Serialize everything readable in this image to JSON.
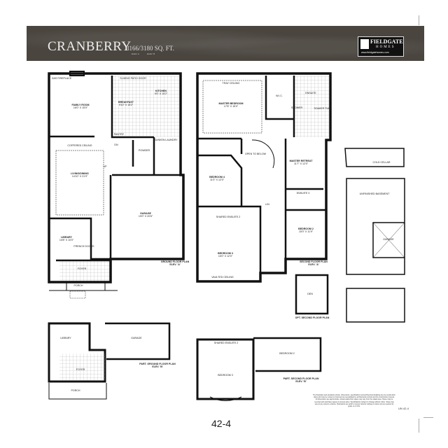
{
  "header": {
    "model_name": "CRANBERRY",
    "square_feet": "3166/3180 SQ. FT.",
    "elev_a": "ELEV. A",
    "elev_b": "ELEV. B"
  },
  "logo": {
    "name": "FIELDGATE",
    "sub": "HOMES",
    "url": "www.fieldgatehomes.com"
  },
  "ground_floor": {
    "title": "GROUND FLOOR PLAN",
    "elev": "ELEV. 'A'",
    "rooms": {
      "family": {
        "name": "FAMILY ROOM",
        "dims": "16'0\" X 15'0\""
      },
      "fireplace": "GAS FIREPLACE",
      "breakfast": {
        "name": "BREAKFAST",
        "dims": "9'10\" X 15'2\""
      },
      "kitchen": {
        "name": "KITCHEN",
        "dims": "9'0\" X 15'2\""
      },
      "sliding_door": "SLIDING PATIO DOOR",
      "pantry": "PANTRY",
      "living": {
        "name": "LIVING/DINING",
        "dims": "14'10\" X 21'9\""
      },
      "coffered": "COFFERED CEILING",
      "powder": "POWDER",
      "laundry": {
        "name": "SUNKEN LAUNDRY"
      },
      "garage": {
        "name": "GARAGE",
        "dims": "19'0\" X 20'6\""
      },
      "library": {
        "name": "LIBRARY",
        "dims": "10'8\" X 10'0\""
      },
      "french_doors": "FRENCH DOORS",
      "foyer": "FOYER",
      "porch": "PORCH",
      "up": "UP",
      "dn": "DN"
    }
  },
  "second_floor": {
    "title": "SECOND FLOOR PLAN",
    "elev": "ELEV. 'A'",
    "rooms": {
      "master": {
        "name": "MASTER BEDROOM",
        "dims": "17'6\" X 15'0\""
      },
      "tray": "TRAY CEILING",
      "wic": "W.I.C.",
      "ensuite": "ENSUITE",
      "shower": "SHOWER",
      "soaker": "SOAKER TUB",
      "master_retreat": {
        "name": "MASTER RETREAT",
        "dims": "11'7\" X 12'0\""
      },
      "bedroom4": {
        "name": "BEDROOM 4",
        "dims": "11'0\" X 12'0\""
      },
      "bedroom2": {
        "name": "BEDROOM 2",
        "dims": "15'0\" X 11'9\""
      },
      "bedroom3": {
        "name": "BEDROOM 3",
        "dims": "15'0\" X 12'0\""
      },
      "ensuite3": "ENSUITE 3",
      "shared_ensuite": "SHARED ENSUITE 2",
      "lin": "LIN",
      "open_below": "OPEN TO BELOW",
      "vaulted": "VAULTED CEILING"
    }
  },
  "part_ground": {
    "title": "PART. GROUND FLOOR PLAN",
    "elev": "ELEV. 'B'",
    "library": "LIBRARY",
    "garage": "GARAGE",
    "foyer": "FOYER",
    "porch": "PORCH"
  },
  "part_second": {
    "title": "PART. SECOND FLOOR PLAN",
    "elev": "ELEV. 'B'",
    "bedroom3": "BEDROOM 3",
    "bedroom2": "BEDROOM 2",
    "shared": "SHARED ENSUITE 2"
  },
  "opt_second": {
    "title": "OPT. SECOND FLOOR PLAN",
    "room": "DEN"
  },
  "basement": {
    "unfinished": "UNFINISHED BASEMENT",
    "cold_cellar": "COLD CELLAR",
    "garage": "GARAGE"
  },
  "page_number": "42-4",
  "unit_code": "UN 42-4",
  "disclaimer": "The floorplans and elevations shown, dimensions, specifications and architectural detailing are pre-construction plans and may be revised or improved as necessitated by architectural controls and the construction process. All dimensions are approximate. Actual usable floor space may vary from the stated area. House may be reversed and purchaser agrees to accept same. Specifications subject to change without notice. Steps may vary at any exterior entrance. Illustrations are artist's concept. Exterior railings on plans only as required by grade. E. & O.E."
}
